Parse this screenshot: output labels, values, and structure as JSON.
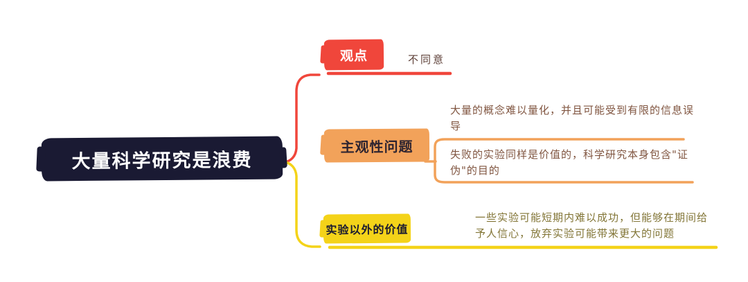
{
  "colors": {
    "root_bg": "#1A1A33",
    "root_text": "#ffffff",
    "branch_red": "#F0463B",
    "branch_orange": "#F2A25A",
    "branch_yellow": "#F4D319",
    "red_child_text": "#5E4038",
    "orange_child_text": "#805540",
    "yellow_child_text": "#827536"
  },
  "mindmap": {
    "root": {
      "label": "大量科学研究是浪费"
    },
    "branches": [
      {
        "topic": "观点",
        "color": "#F0463B",
        "children": [
          {
            "text": "不同意"
          }
        ]
      },
      {
        "topic": "主观性问题",
        "color": "#F2A25A",
        "children": [
          {
            "text": "大量的概念难以量化，并且可能受到有限的信息误导"
          },
          {
            "text": "失败的实验同样是价值的，科学研究本身包含\"证伪\"的目的"
          }
        ]
      },
      {
        "topic": "实验以外的价值",
        "color": "#F4D319",
        "children": [
          {
            "text": "一些实验可能短期内难以成功，但能够在期间给予人信心，放弃实验可能带来更大的问题"
          }
        ]
      }
    ]
  }
}
